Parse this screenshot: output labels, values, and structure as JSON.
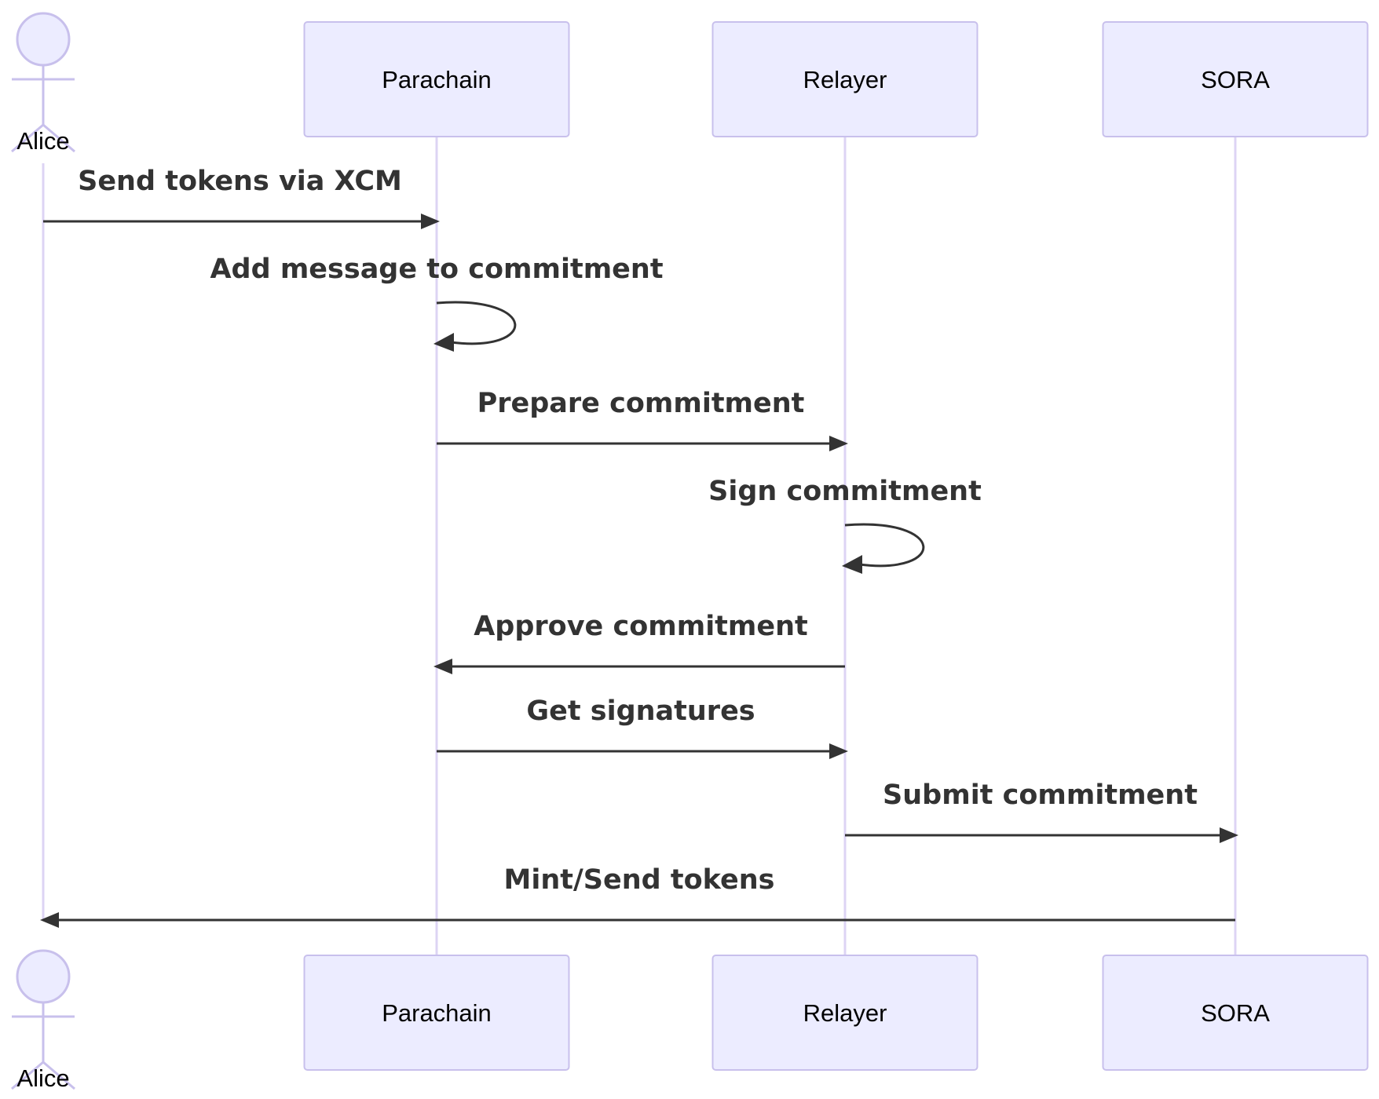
{
  "participants": [
    {
      "id": "alice",
      "name": "Alice",
      "kind": "actor"
    },
    {
      "id": "parachain",
      "name": "Parachain",
      "kind": "box"
    },
    {
      "id": "relayer",
      "name": "Relayer",
      "kind": "box"
    },
    {
      "id": "sora",
      "name": "SORA",
      "kind": "box"
    }
  ],
  "messages": [
    {
      "from": "alice",
      "to": "parachain",
      "text": "Send tokens via XCM"
    },
    {
      "from": "parachain",
      "to": "parachain",
      "text": "Add message to commitment"
    },
    {
      "from": "parachain",
      "to": "relayer",
      "text": "Prepare commitment"
    },
    {
      "from": "relayer",
      "to": "relayer",
      "text": "Sign commitment"
    },
    {
      "from": "relayer",
      "to": "parachain",
      "text": "Approve commitment"
    },
    {
      "from": "parachain",
      "to": "relayer",
      "text": "Get signatures"
    },
    {
      "from": "relayer",
      "to": "sora",
      "text": "Submit commitment"
    },
    {
      "from": "sora",
      "to": "alice",
      "text": "Mint/Send tokens"
    }
  ],
  "colors": {
    "box_fill": "#ECECFF",
    "box_stroke": "#C8C0EC",
    "lifeline": "#DDD4F4",
    "arrow": "#333333",
    "label": "#333333"
  }
}
